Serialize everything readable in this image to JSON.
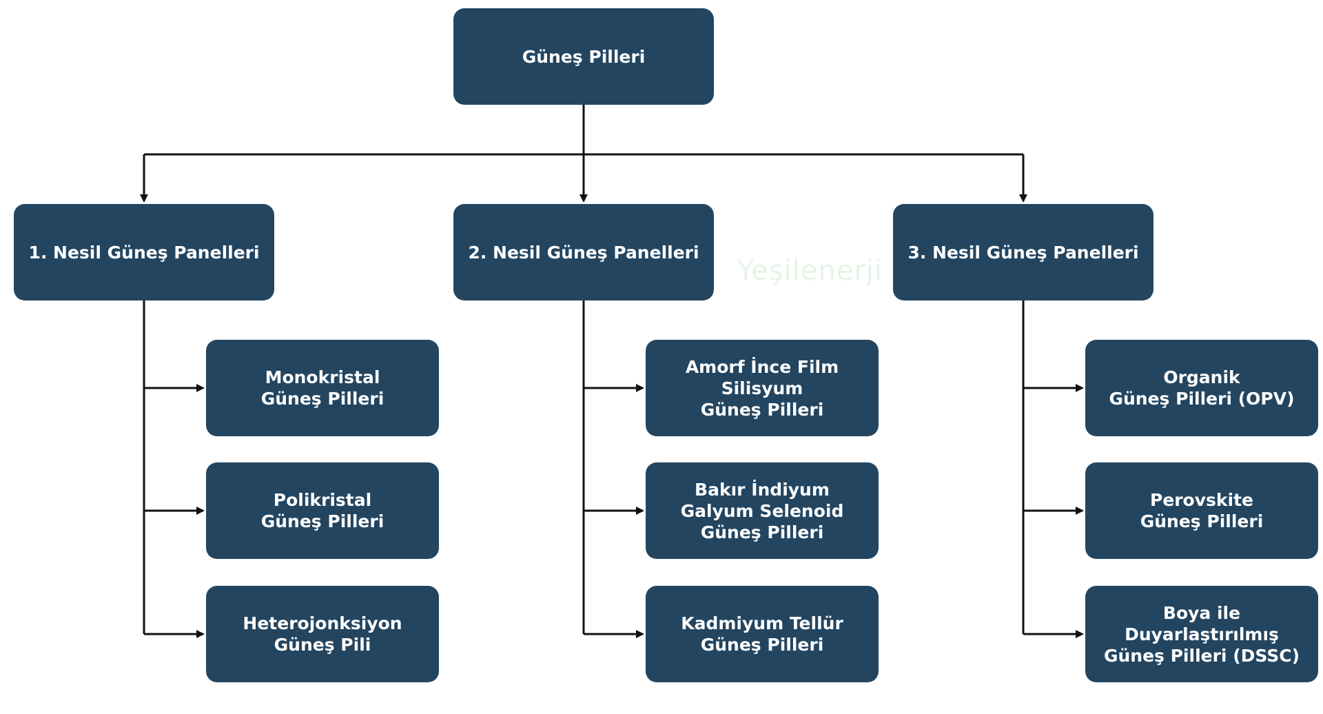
{
  "root": {
    "label": "Güneş Pilleri"
  },
  "generations": [
    {
      "label": "1. Nesil Güneş Panelleri",
      "children": [
        "Monokristal\nGüneş Pilleri",
        "Polikristal\nGüneş Pilleri",
        "Heterojonksiyon\nGüneş Pili"
      ]
    },
    {
      "label": "2. Nesil Güneş Panelleri",
      "children": [
        "Amorf İnce Film\nSilisyum\nGüneş Pilleri",
        "Bakır İndiyum\nGalyum Selenoid\nGüneş Pilleri",
        "Kadmiyum Tellür\nGüneş Pilleri"
      ]
    },
    {
      "label": "3. Nesil Güneş Panelleri",
      "children": [
        "Organik\nGüneş Pilleri (OPV)",
        "Perovskite\nGüneş Pilleri",
        "Boya ile\nDuyarlaştırılmış\nGüneş Pilleri (DSSC)"
      ]
    }
  ],
  "watermark": "Yeşilenerji",
  "colors": {
    "node_fill": "#234560",
    "node_text": "#ffffff",
    "connector": "#111111"
  }
}
